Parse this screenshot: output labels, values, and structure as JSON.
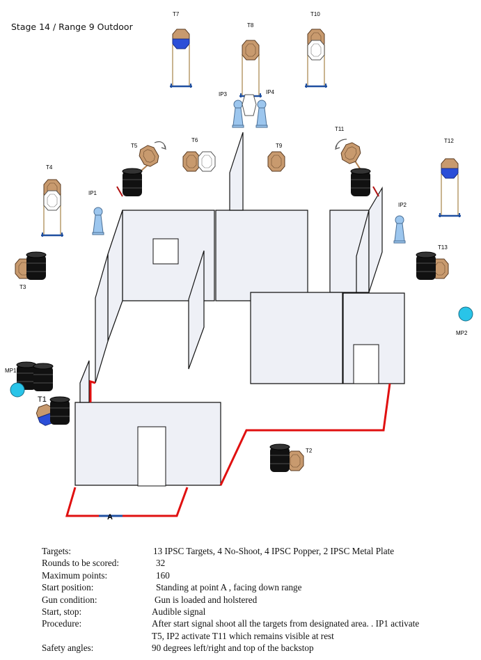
{
  "stage": {
    "title": "Stage 14 / Range 9  Outdoor"
  },
  "labels": {
    "t1": "T1",
    "t2": "T2",
    "t3": "T3",
    "t4": "T4",
    "t5": "T5",
    "t6": "T6",
    "t7": "T7",
    "t8": "T8",
    "t9": "T9",
    "t10": "T10",
    "t11": "T11",
    "t12": "T12",
    "t13": "T13",
    "ip1": "IP1",
    "ip2": "IP2",
    "ip3": "IP3",
    "ip4": "IP4",
    "mp1": "MP1",
    "mp2": "MP2",
    "start_point": "A"
  },
  "info": {
    "targets_label": "Targets:",
    "targets_value": "13 IPSC Targets, 4 No-Shoot, 4 IPSC Popper, 2 IPSC Metal Plate",
    "rounds_label": "Rounds to be scored:",
    "rounds_value": "32",
    "max_label": "Maximum points:",
    "max_value": "160",
    "start_pos_label": "Start position:",
    "start_pos_value": "Standing at point A , facing down range",
    "gun_label": "Gun condition:",
    "gun_value": "Gun is loaded and holstered",
    "start_stop_label": "Start, stop:",
    "start_stop_value": "Audible signal",
    "procedure_label": "Procedure:",
    "procedure_line1": "After start signal shoot all the targets from designated area. . IP1 activate",
    "procedure_line2": "T5, IP2 activate T11 which remains visible at rest",
    "safety_label": "Safety angles:",
    "safety_value": "90 degrees left/right and top of the backstop"
  }
}
